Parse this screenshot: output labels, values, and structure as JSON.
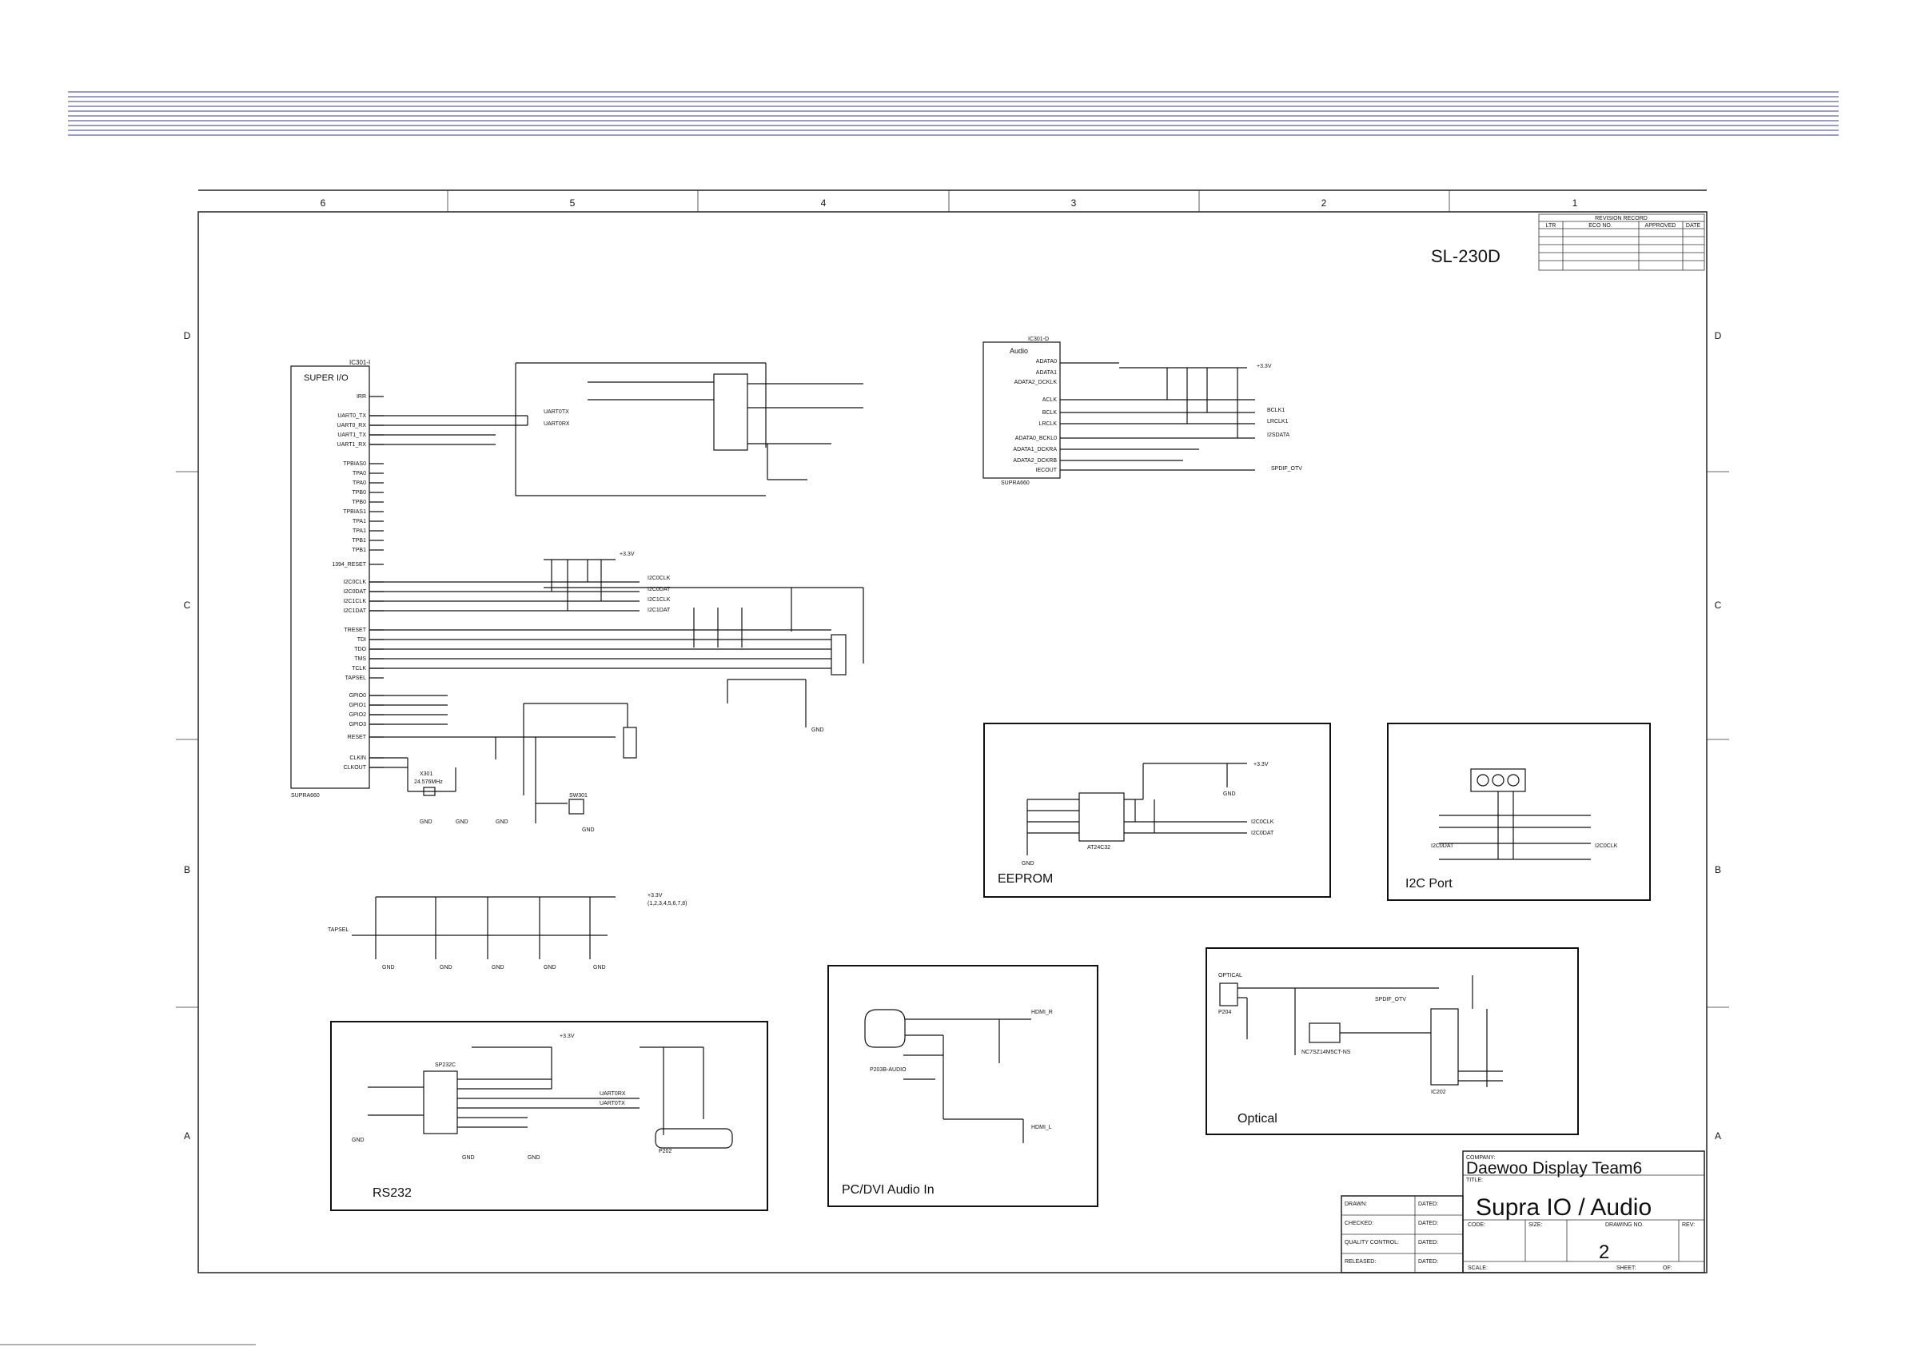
{
  "sheet": {
    "model": "SL-230D",
    "columns": [
      "6",
      "5",
      "4",
      "3",
      "2",
      "1"
    ],
    "rows": [
      "D",
      "C",
      "B",
      "A"
    ],
    "revision": {
      "title": "REVISION RECORD",
      "headers": [
        "LTR",
        "ECO NO.",
        "APPROVED",
        "DATE"
      ]
    }
  },
  "title_block": {
    "company_label": "COMPANY:",
    "company": "Daewoo Display Team6",
    "title_label": "TITLE:",
    "title": "Supra IO / Audio",
    "labels": [
      "DRAWN:",
      "CHECKED:",
      "QUALITY CONTROL:",
      "RELEASED:"
    ],
    "date_label": "DATED:",
    "code": "CODE:",
    "size": "SIZE:",
    "drawing_no": "DRAWING NO.",
    "rev": "REV:",
    "scale": "SCALE:",
    "sheet_label": "SHEET:",
    "of": "OF:",
    "drawing_number": "2"
  },
  "blocks": {
    "super_io": "SUPER I/O",
    "super_io_ref": "IC301-I",
    "super_io_part": "SUPRA660",
    "super_io_pins": [
      "IRR",
      "UART0_TX",
      "UART0_RX",
      "UART1_TX",
      "UART1_RX",
      "TPBIAS0",
      "TPA0",
      "TPA0",
      "TPB0",
      "TPB0",
      "TPBIAS1",
      "TPA1",
      "TPA1",
      "TPB1",
      "TPB1",
      "1394_RESET",
      "I2C0CLK",
      "I2C0DAT",
      "I2C1CLK",
      "I2C1DAT",
      "TRESET",
      "TDI",
      "TDO",
      "TMS",
      "TCLK",
      "TAPSEL",
      "GPIO0",
      "GPIO1",
      "GPIO2",
      "GPIO3",
      "RESET",
      "CLKIN",
      "CLKOUT"
    ],
    "audio": "Audio",
    "audio_ref": "IC301-D",
    "audio_part": "SUPRA660",
    "audio_pins": [
      "ADATA0",
      "ADATA1",
      "ADATA2_DCKLK",
      "ACLK",
      "BCLK",
      "LRCLK",
      "ADATA0_BCKL0",
      "ADATA1_DCKRA",
      "ADATA2_DCKRB",
      "IECOUT"
    ],
    "eeprom": "EEPROM",
    "eeprom_part": "AT24C32",
    "i2c_port": "I2C Port",
    "rs232": "RS232",
    "rs232_part": "SP232C",
    "pc_dvi": "PC/DVI Audio In",
    "optical": "Optical",
    "optical_part": "NC7SZ14M5CT-NS",
    "ic202": "IC202",
    "supply": "+3.3V",
    "supply_ref": "(1,2,3,4,5,6,7,8)",
    "gnd": "GND",
    "xtal": "X301",
    "xtal_freq": "24.576MHz",
    "net_uart0tx": "UART0TX",
    "net_uart0rx": "UART0RX",
    "net_i2c0clk": "I2C0CLK",
    "net_i2c0dat": "I2C0DAT",
    "net_i2c1clk": "I2C1CLK",
    "net_i2c1dat": "I2C1DAT",
    "net_spdif": "SPDIF_OTV",
    "net_bclk": "BCLK1",
    "net_lrclk": "LRCLK1",
    "net_i2sdata": "I2SDATA",
    "net_tapsel": "TAPSEL",
    "net_hdmi_r": "HDMI_R",
    "net_hdmi_l": "HDMI_L",
    "opt_label": "OPTICAL",
    "p204": "P204",
    "p202": "P202",
    "p203": "P203B-AUDIO",
    "sw301": "SW301"
  }
}
